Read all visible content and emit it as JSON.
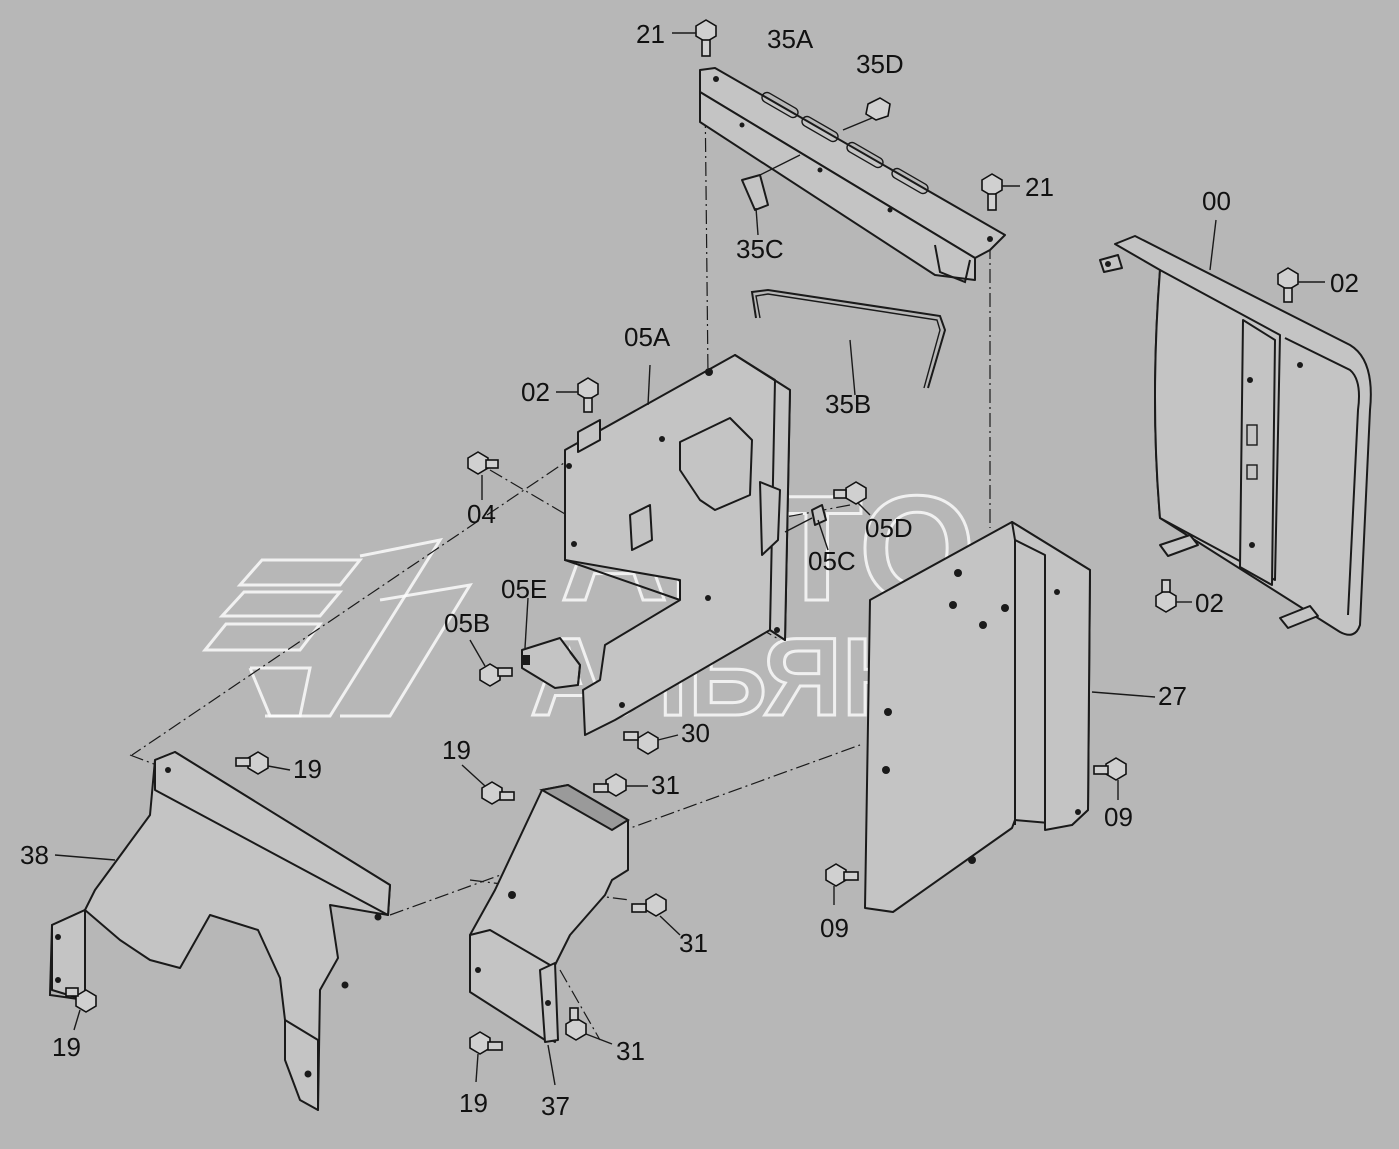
{
  "watermark": {
    "line1": "АВТО",
    "line2": "АЛЬЯНС"
  },
  "labels": {
    "p21_top": "21",
    "p35A": "35A",
    "p35D": "35D",
    "p21_right": "21",
    "p00": "00",
    "p02_right_top": "02",
    "p35C": "35C",
    "p05A": "05A",
    "p02_left": "02",
    "p35B": "35B",
    "p04": "04",
    "p05D": "05D",
    "p05C": "05C",
    "p02_right_bottom": "02",
    "p05E": "05E",
    "p05B": "05B",
    "p27": "27",
    "p30": "30",
    "p19_a": "19",
    "p19_b": "19",
    "p31_a": "31",
    "p09_right": "09",
    "p38": "38",
    "p09_bottom": "09",
    "p31_b": "31",
    "p19_c": "19",
    "p31_c": "31",
    "p19_d": "19",
    "p37": "37"
  },
  "colors": {
    "background": "#b7b7b7",
    "line": "#1a1a1a",
    "part_fill": "#c4c4c4",
    "watermark": "#ffffff"
  }
}
